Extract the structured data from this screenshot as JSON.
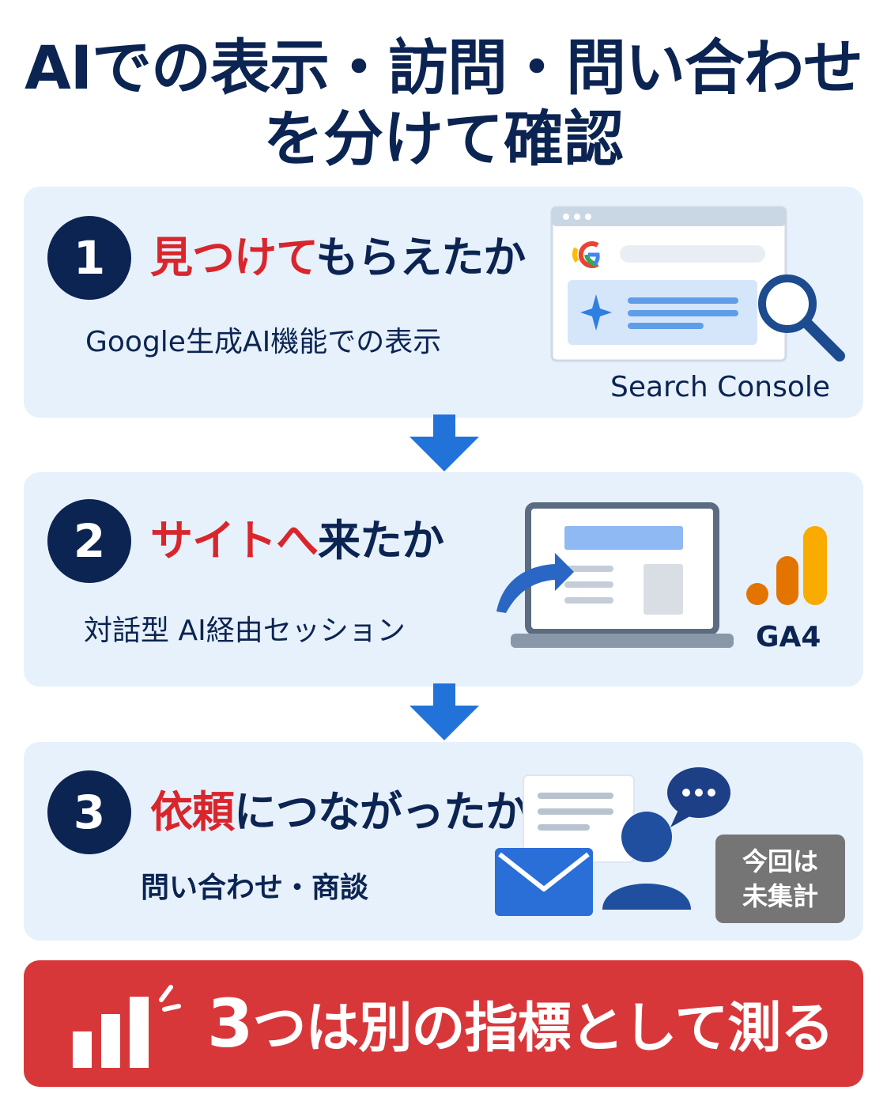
{
  "title": {
    "line1": "AIでの表示・訪問・問い合わせ",
    "line2": "を分けて確認"
  },
  "colors": {
    "navy": "#0b2452",
    "red": "#d8262c",
    "card_bg": "#e7f1fb",
    "arrow_blue": "#2173d9",
    "conclusion_red": "#d8373a"
  },
  "steps": [
    {
      "number": "1",
      "heading_highlight": "見つけて",
      "heading_rest": "もらえたか",
      "subtitle": "Google生成AI機能での表示",
      "tool": "Search Console",
      "icons": [
        "browser-window-icon",
        "google-g-icon",
        "sparkle-icon",
        "magnifier-icon"
      ]
    },
    {
      "number": "2",
      "heading_highlight": "サイトへ",
      "heading_rest": "来たか",
      "subtitle": "対話型 AI経由セッション",
      "tool": "GA4",
      "icons": [
        "laptop-icon",
        "curved-arrow-icon",
        "ga4-bars-icon"
      ]
    },
    {
      "number": "3",
      "heading_highlight": "依頼",
      "heading_rest": "につながったか",
      "subtitle": "問い合わせ・商談",
      "badge_line1": "今回は",
      "badge_line2": "未集計",
      "icons": [
        "document-icon",
        "envelope-icon",
        "person-icon",
        "chat-bubble-icon"
      ]
    }
  ],
  "conclusion": {
    "lead": "3",
    "text": "つは別の指標として測る",
    "icon": "bar-chart-icon"
  }
}
